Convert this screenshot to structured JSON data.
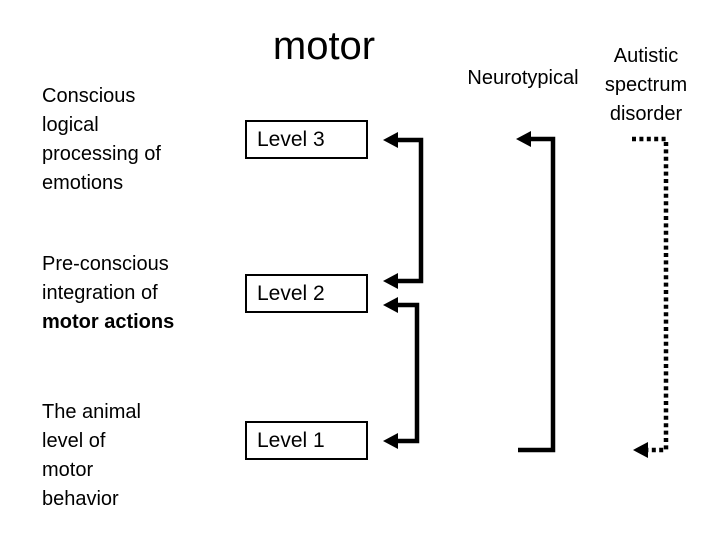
{
  "slide": {
    "title": "motor",
    "background": "#ffffff",
    "ink_color": "#000000"
  },
  "left_labels": [
    {
      "id": "conscious-logical-processing",
      "lines": [
        {
          "text": "Conscious",
          "bold": false
        },
        {
          "text": "logical",
          "bold": false
        },
        {
          "text": "processing of",
          "bold": false
        },
        {
          "text": "emotions",
          "bold": false
        }
      ]
    },
    {
      "id": "preconscious-integration",
      "lines": [
        {
          "text": "Pre-conscious",
          "bold": false
        },
        {
          "text": "integration of",
          "bold": false
        },
        {
          "text": "motor actions",
          "bold": true
        }
      ]
    },
    {
      "id": "animal-motor-behavior",
      "lines": [
        {
          "text": "The animal",
          "bold": false
        },
        {
          "text": "level of",
          "bold": false
        },
        {
          "text": "motor",
          "bold": false
        },
        {
          "text": "behavior",
          "bold": false
        }
      ]
    }
  ],
  "level_boxes": [
    {
      "label": "Level 3"
    },
    {
      "label": "Level 2"
    },
    {
      "label": "Level 1"
    }
  ],
  "right_columns": {
    "neurotypical_label": "Neurotypical",
    "autistic_lines": [
      "Autistic",
      "spectrum",
      "disorder"
    ]
  },
  "connectors": [
    {
      "id": "level3-to-level2",
      "style": "solid",
      "arrowheads": "both-ends"
    },
    {
      "id": "level2-to-level1",
      "style": "solid",
      "arrowheads": "both-ends"
    },
    {
      "id": "neurotypical-span",
      "style": "solid",
      "arrowheads": "top-only"
    },
    {
      "id": "autistic-span",
      "style": "dotted",
      "arrowheads": "bottom-only"
    }
  ]
}
